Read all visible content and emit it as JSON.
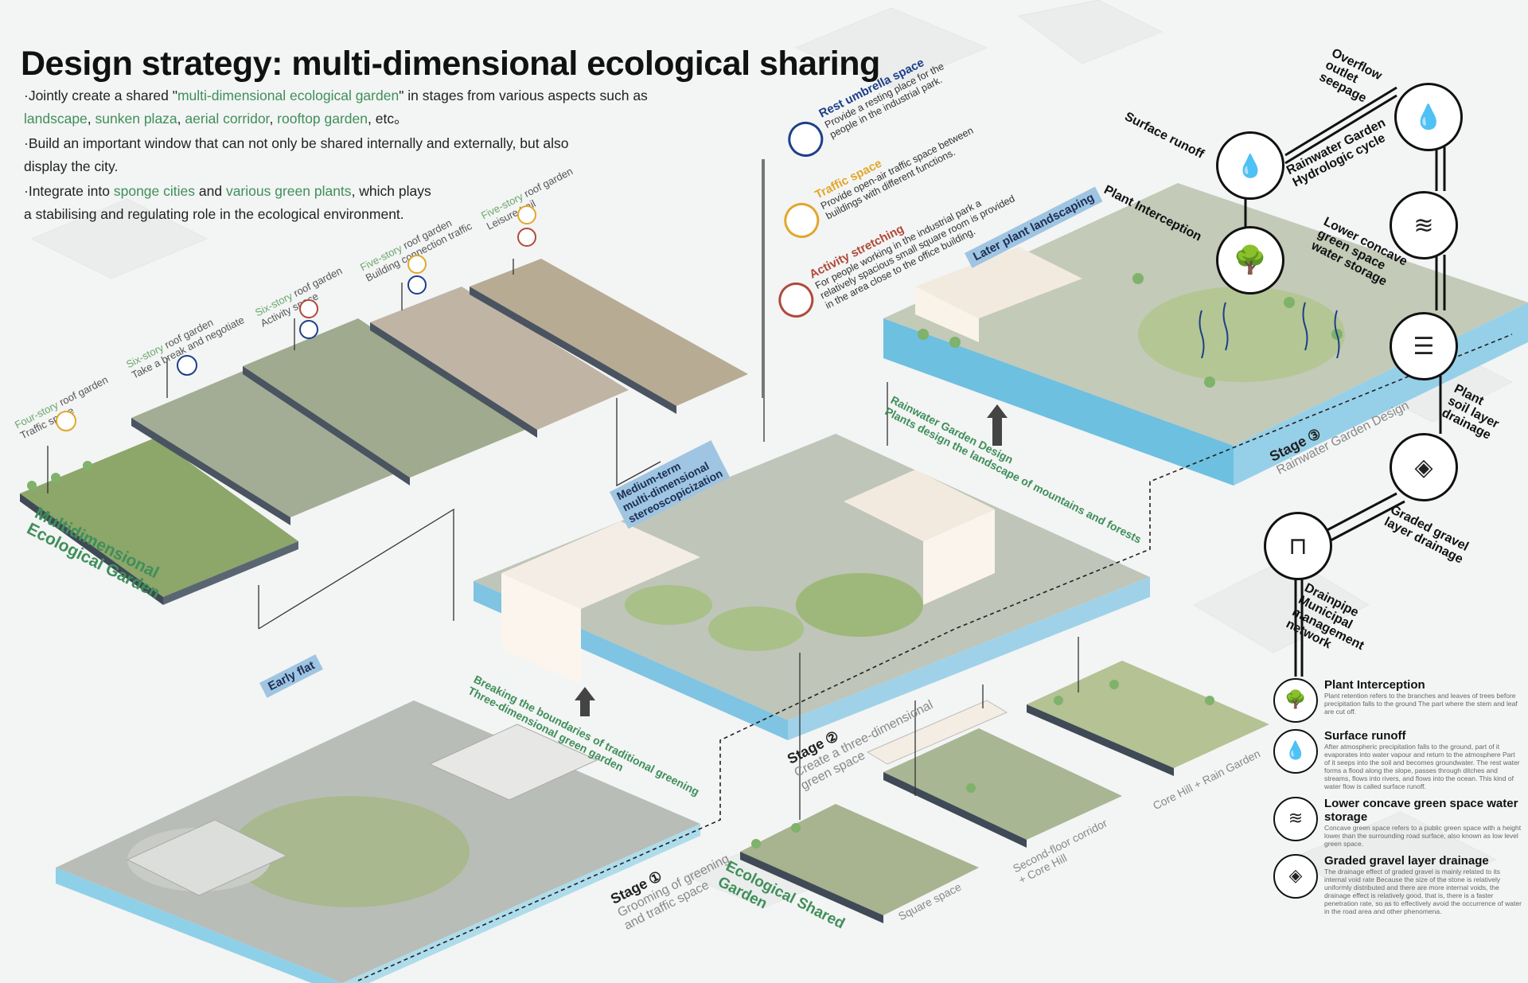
{
  "header": {
    "title": "Design strategy: multi-dimensional ecological sharing",
    "intro": {
      "p1_a": "·Jointly create a shared \"",
      "p1_b": "multi-dimensional ecological garden",
      "p1_c": "\" in stages  from various aspects such as ",
      "p1_d": "landscape",
      "p1_e": ", ",
      "p1_f": "sunken plaza",
      "p1_g": ", ",
      "p1_h": "aerial corridor",
      "p1_i": ", ",
      "p1_j": "rooftop garden",
      "p1_k": ", etc。",
      "p2": "·Build an important window that can not only be shared internally and externally, but also display the city.",
      "p3_a": "·Integrate into ",
      "p3_b": "sponge cities",
      "p3_c": " and ",
      "p3_d": "various green plants",
      "p3_e": ", which plays a stabilising and regulating role in the ecological environment."
    }
  },
  "rooftops": {
    "four_story_g": "Four-story",
    "four_story": " roof garden",
    "four_sub": "Traffic space",
    "six_story_a_g": "Six-story",
    "six_story_a": " roof garden",
    "six_a_sub": "Take a break and negotiate",
    "six_story_b_g": "Six-story",
    "six_story_b": " roof garden",
    "six_b_sub": "Activity space",
    "five_story_a_g": "Five-story",
    "five_story_a": " roof garden",
    "five_a_sub": "Building connection traffic",
    "five_story_b_g": "Five-story",
    "five_story_b": " roof garden",
    "five_b_sub": "Leisure trail",
    "garden_name_1": "Multidimensional",
    "garden_name_2": "Ecological Garden"
  },
  "legend": {
    "rest_title": "Rest umbrella space",
    "rest_desc_1": "Provide a resting place for the",
    "rest_desc_2": "people in the industrial park.",
    "traffic_title": "Traffic space",
    "traffic_desc_1": "Provide open-air traffic space between",
    "traffic_desc_2": "buildings with different functions.",
    "activity_title": "Activity stretching",
    "activity_desc_1": "For people working in the industrial park a",
    "activity_desc_2": "relatively spacious small square room is provided",
    "activity_desc_3": "in the area close to the office building.",
    "colors": {
      "rest": "#1d3f8a",
      "traffic": "#e2a72a",
      "activity": "#b04a3a"
    }
  },
  "stages": {
    "early": "Early flat",
    "medium_1": "Medium-term",
    "medium_2": "multi-dimensional",
    "medium_3": "stereoscopicization",
    "later": "Later plant landscaping",
    "stage1_label": "Stage",
    "stage1_num": "①",
    "stage1_sub_1": "Grooming of greening",
    "stage1_sub_2": "and traffic space",
    "stage2_label": "Stage",
    "stage2_num": "②",
    "stage2_sub_1": "Create a three-dimensional",
    "stage2_sub_2": "green space",
    "stage3_label": "Stage",
    "stage3_num": "③",
    "stage3_sub": "Rainwater Garden Design",
    "breaking_1": "Breaking the boundaries of traditional greening",
    "breaking_2": "Three-dimensional green garden",
    "rain_1": "Rainwater Garden Design",
    "rain_2": "Plants design the landscape of mountains and forests"
  },
  "modules": {
    "shared_1": "Ecological Shared",
    "shared_2": "Garden",
    "square": "Square space",
    "corridor_1": "Second-floor corridor",
    "corridor_2": "+ Core Hill",
    "core": "Core Hill + Rain Garden"
  },
  "cycle": {
    "overflow": "Overflow outlet seepage",
    "surface": "Surface runoff",
    "rain_cycle_1": "Rainwater Garden",
    "rain_cycle_2": "Hydrologic cycle",
    "plant_int": "Plant Interception",
    "lower_1": "Lower concave",
    "lower_2": "green space",
    "lower_3": "water storage",
    "plant_soil_1": "Plant",
    "plant_soil_2": "soil layer",
    "plant_soil_3": "drainage",
    "graded_1": "Graded gravel",
    "graded_2": "layer drainage",
    "drainpipe_1": "Drainpipe",
    "drainpipe_2": "Municipal",
    "drainpipe_3": "management",
    "drainpipe_4": "network"
  },
  "captions": [
    {
      "title": "Plant Interception",
      "text": "Plant retention refers to the branches and leaves of trees before precipitation falls to the ground The part where the stem and leaf are cut off."
    },
    {
      "title": "Surface runoff",
      "text": "After atmospheric precipitation falls to the ground, part of it evaporates into water vapour and return to the atmosphere Part of it seeps into the soil and becomes groundwater. The rest water forms a flood along the slope, passes through ditches and streams, flows into rivers, and flows into the ocean. This kind of water flow is called surface runoff."
    },
    {
      "title": "Lower concave green space water storage",
      "text": "Concave green space refers to a public green space with a height lower than the surrounding road surface, also known as low level green space."
    },
    {
      "title": "Graded gravel layer drainage",
      "text": "The drainage effect of graded gravel is mainly related to its internal void rate Because the size of the stone is relatively uniformly distributed and there are more internal voids, the drainage effect is relatively good, that is, there is a faster penetration rate, so as to effectively avoid the occurrence of water in the road area and other phenomena."
    }
  ]
}
